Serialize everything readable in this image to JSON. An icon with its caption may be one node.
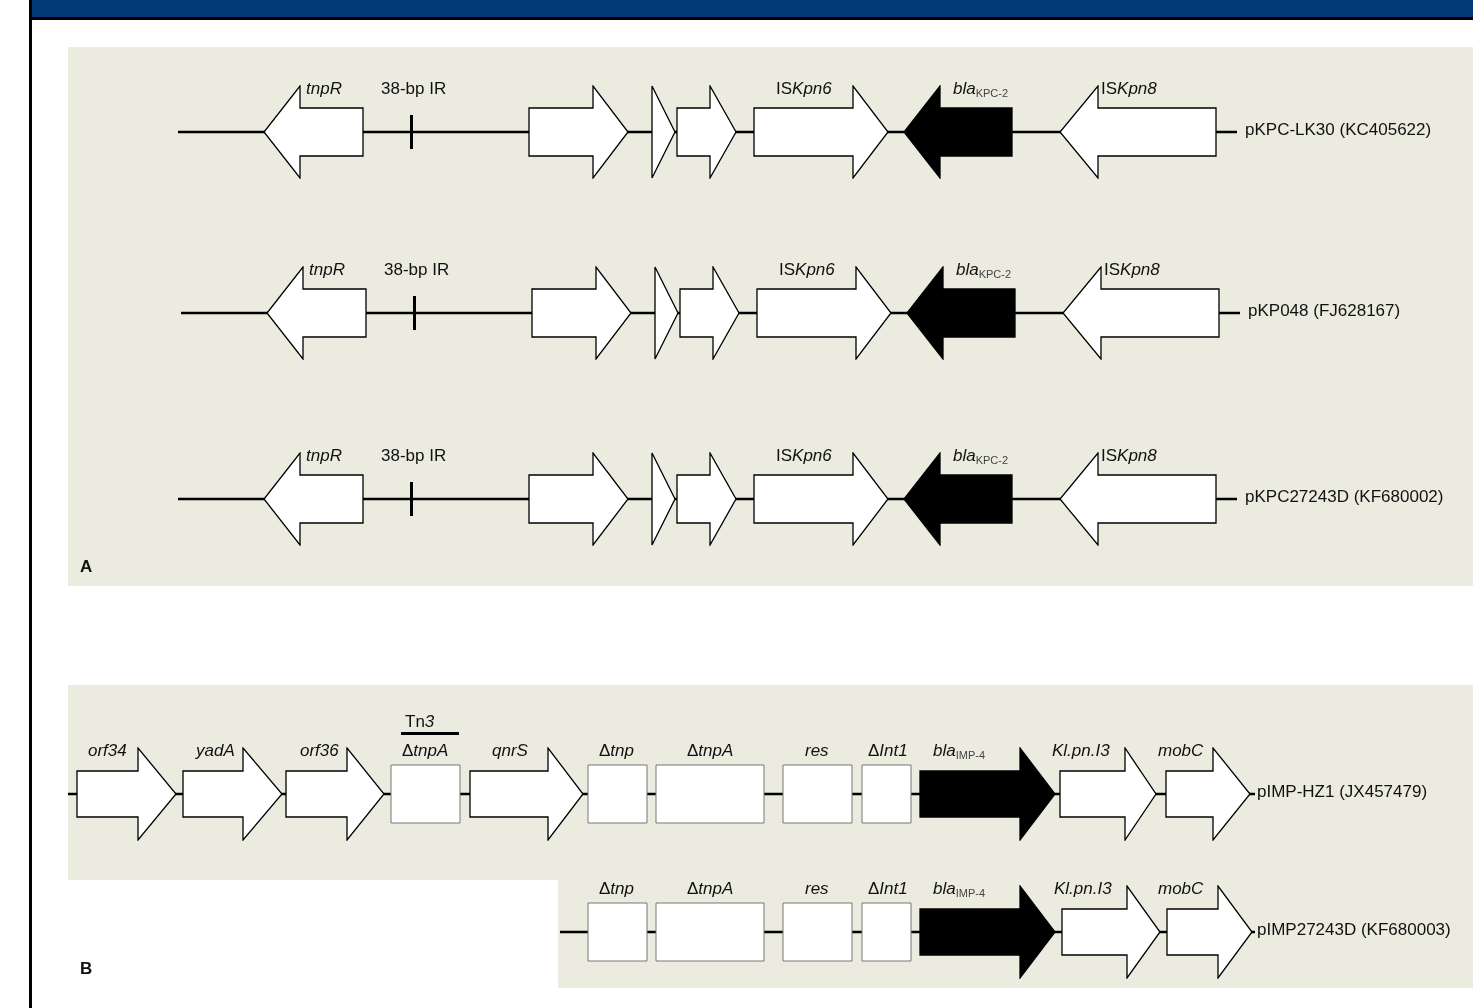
{
  "diagram": {
    "nodes": [
      {
        "text": [
          "A"
        ]
      },
      {
        "text": [
          "tnpR"
        ],
        "in": 0
      },
      {
        "text": [],
        "shape": "arrow",
        "in": 0
      },
      {
        "text": [],
        "shape": "triangle",
        "in": 0
      },
      {
        "text": [],
        "shape": "arrow",
        "in": 0
      },
      {
        "text": [
          "ISKpn6"
        ],
        "in": 0
      },
      {
        "text": [
          "*bla*$_{KPC-2}$"
        ],
        "in": 0
      },
      {
        "text": [
          "ISKpn8"
        ],
        "in": 0
      },
      {
        "text": [
          "tnpR"
        ],
        "in": 0
      },
      {
        "text": [],
        "shape": "arrow",
        "in": 0
      },
      {
        "text": [],
        "shape": "triangle",
        "in": 0
      },
      {
        "text": [],
        "shape": "arrow",
        "in": 0
      },
      {
        "text": [
          "ISKpn6"
        ],
        "in": 0
      },
      {
        "text": [
          "*bla*$_{KPC-2}$"
        ],
        "in": 0
      },
      {
        "text": [
          "ISKpn8"
        ],
        "in": 0
      },
      {
        "text": [
          "tnpR"
        ],
        "in": 0
      },
      {
        "text": [],
        "shape": "arrow",
        "in": 0
      },
      {
        "text": [],
        "shape": "triangle",
        "in": 0
      },
      {
        "text": [],
        "shape": "arrow",
        "in": 0
      },
      {
        "text": [
          "ISKpn6"
        ],
        "in": 0
      },
      {
        "text": [
          "*bla*$_{KPC-2}$"
        ],
        "in": 0
      },
      {
        "text": [
          "ISKpn8"
        ],
        "in": 0
      },
      {
        "text": [
          "B"
        ]
      },
      {
        "text": [
          "orf34"
        ],
        "in": 22
      },
      {
        "text": [
          "yadA"
        ],
        "in": 22
      },
      {
        "text": [
          "orf36"
        ],
        "in": 22
      },
      {
        "text": [
          "Tn3",
          "ΔtnpA"
        ],
        "in": 22
      },
      {
        "text": [
          "qnrS"
        ],
        "in": 22
      },
      {
        "text": [
          "Δtnp"
        ],
        "in": 22
      },
      {
        "text": [
          "ΔtnpA"
        ],
        "in": 22
      },
      {
        "text": [
          "res"
        ],
        "in": 22
      },
      {
        "text": [
          "ΔInt1"
        ],
        "in": 22
      },
      {
        "text": [
          "*bla*$_{IMP-4}$"
        ],
        "in": 22
      },
      {
        "text": [
          "Kl.pn.I3"
        ],
        "in": 22
      },
      {
        "text": [
          "mobC"
        ],
        "in": 22
      },
      {
        "text": [
          "Δtnp"
        ],
        "in": 22
      },
      {
        "text": [
          "ΔtnpA"
        ],
        "in": 22
      },
      {
        "text": [
          "res"
        ],
        "in": 22
      },
      {
        "text": [
          "ΔInt1"
        ],
        "in": 22
      },
      {
        "text": [
          "*bla*$_{IMP-4}$"
        ],
        "in": 22
      },
      {
        "text": [
          "Kl.pn.I3"
        ],
        "in": 22
      },
      {
        "text": [
          "mobC"
        ],
        "in": 22
      }
    ],
    "labels": [
      "38-bp IR",
      "pKPC-LK30 (KC405622)",
      "38-bp IR",
      "pKP048 (FJ628167)",
      "38-bp IR",
      "pKPC27243D (KF680002)",
      "pIMP-HZ1 (JX457479)",
      "pIMP27243D (KF680003)"
    ]
  }
}
